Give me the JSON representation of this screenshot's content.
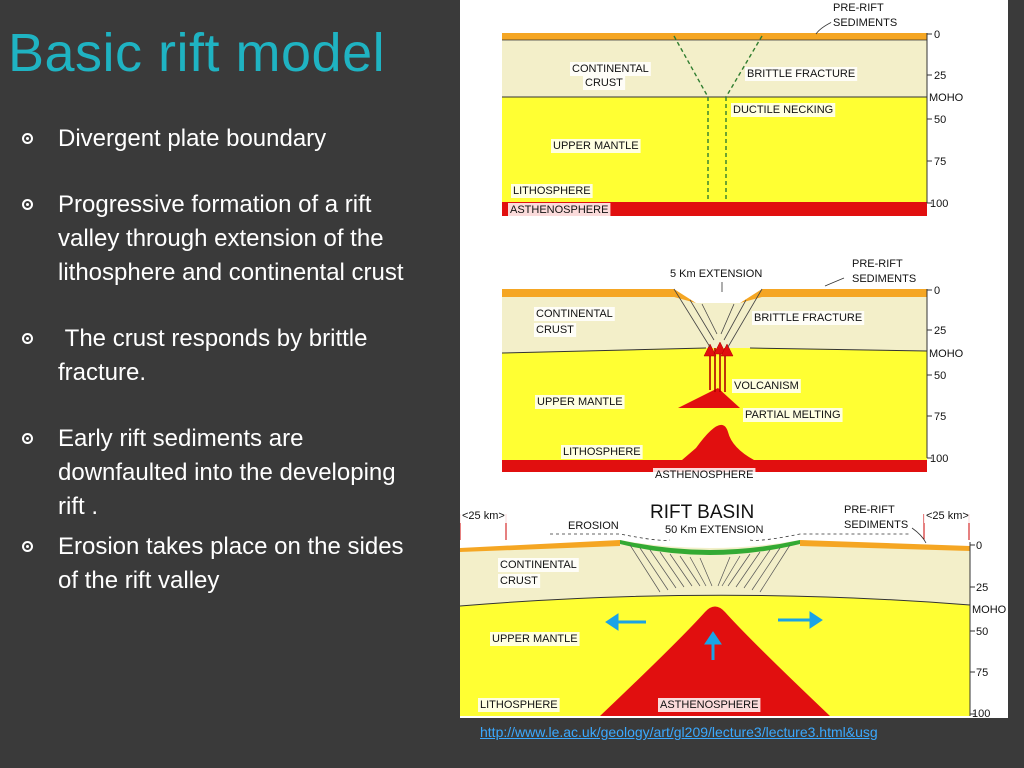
{
  "slide": {
    "title": "Basic rift model",
    "bullets": [
      "Divergent plate boundary",
      "Progressive formation of a rift valley through extension of the lithosphere and continental crust",
      " The crust responds by brittle fracture.",
      "Early rift sediments are downfaulted into the developing rift .",
      "Erosion takes place on the sides of the rift valley"
    ],
    "source_link": "http://www.le.ac.uk/geology/art/gl209/lecture3/lecture3.html&usg"
  },
  "diagram": {
    "colors": {
      "crust": "#f3efc9",
      "mantle": "#ffff33",
      "asthenosphere": "#e10f0f",
      "sediment": "#f5a623",
      "rift_sediment": "#33aa33",
      "arrow": "#1aa3e6"
    },
    "depth_ticks": [
      "0",
      "25",
      "MOHO",
      "50",
      "75",
      "100"
    ],
    "panel1": {
      "labels": {
        "pre_rift_line1": "PRE-RIFT",
        "pre_rift_line2": "SEDIMENTS",
        "continental_line1": "CONTINENTAL",
        "continental_line2": "CRUST",
        "brittle": "BRITTLE FRACTURE",
        "ductile": "DUCTILE NECKING",
        "upper_mantle": "UPPER MANTLE",
        "lithosphere": "LITHOSPHERE",
        "asthenosphere": "ASTHENOSPHERE"
      }
    },
    "panel2": {
      "labels": {
        "extension": "5 Km EXTENSION",
        "pre_rift_line1": "PRE-RIFT",
        "pre_rift_line2": "SEDIMENTS",
        "continental_line1": "CONTINENTAL",
        "continental_line2": "CRUST",
        "brittle": "BRITTLE FRACTURE",
        "volcanism": "VOLCANISM",
        "partial_melting": "PARTIAL MELTING",
        "upper_mantle": "UPPER MANTLE",
        "lithosphere": "LITHOSPHERE",
        "asthenosphere": "ASTHENOSPHERE"
      }
    },
    "panel3": {
      "labels": {
        "title": "RIFT BASIN",
        "extension": "50 Km EXTENSION",
        "erosion": "EROSION",
        "left_width": "<25 km>",
        "right_width": "<25 km>",
        "pre_rift_line1": "PRE-RIFT",
        "pre_rift_line2": "SEDIMENTS",
        "continental_line1": "CONTINENTAL",
        "continental_line2": "CRUST",
        "upper_mantle": "UPPER MANTLE",
        "lithosphere": "LITHOSPHERE",
        "asthenosphere": "ASTHENOSPHERE"
      }
    }
  }
}
